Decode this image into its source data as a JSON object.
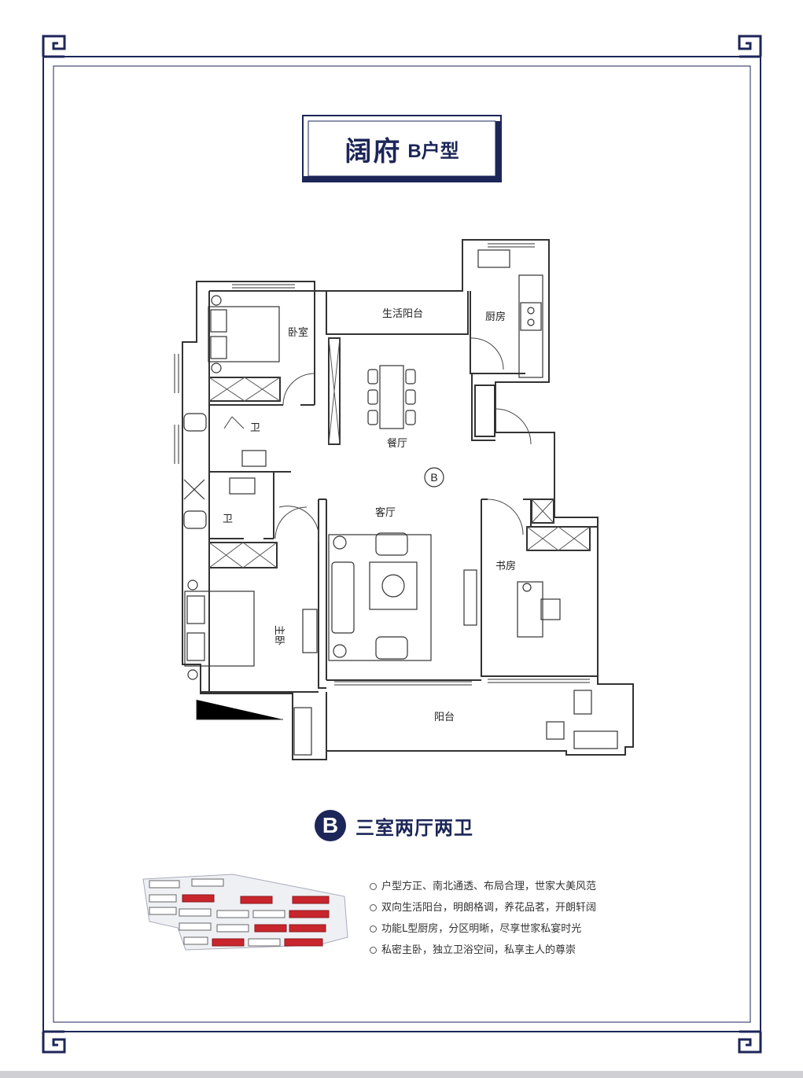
{
  "header": {
    "project_name": "阔府",
    "unit_type": "B户型"
  },
  "floorplan": {
    "unit_marker": "B",
    "rooms": {
      "bedroom": "卧室",
      "living_balcony": "生活阳台",
      "kitchen": "厨房",
      "bath_1": "卫",
      "bath_2": "卫",
      "dining": "餐厅",
      "living": "客厅",
      "study": "书房",
      "master_bedroom": "主卧",
      "balcony": "阳台"
    }
  },
  "layout_summary": {
    "badge": "B",
    "text": "三室两厅两卫"
  },
  "features": [
    "户型方正、南北通透、布局合理，世家大美风范",
    "双向生活阳台，明朗格调，养花品茗，开朗轩阔",
    "功能L型厨房，分区明晰，尽享世家私宴时光",
    "私密主卧，独立卫浴空间，私享主人的尊崇"
  ],
  "colors": {
    "navy": "#1c2658",
    "wall": "#333333",
    "highlight_building": "#c9252c"
  }
}
